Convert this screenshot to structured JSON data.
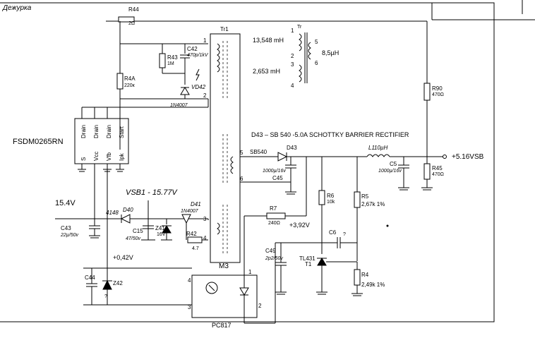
{
  "title": "Дежурка",
  "ic": {
    "name": "FSDM0265RN",
    "top_pins": [
      "Drain",
      "Drain",
      "Drain",
      "Start"
    ],
    "bottom_pins": [
      "S",
      "Vcc",
      "Vfb",
      "Ipk"
    ]
  },
  "transformer": {
    "ref": "Tr1",
    "pins": [
      "1",
      "2",
      "3",
      "4",
      "5",
      "6"
    ]
  },
  "legend": {
    "ref": "Tr",
    "primary": "13,548 mH",
    "secondary": "8,5µH",
    "aux": "2,653 mH",
    "pins": [
      "1",
      "2",
      "3",
      "4",
      "5",
      "6"
    ]
  },
  "note": "D43 – SB 540 -5.0A SCHOTTKY BARRIER RECTIFIER",
  "components": {
    "r44": {
      "ref": "R44",
      "value": "2Ω"
    },
    "r4a": {
      "ref": "R4A",
      "value": "220к"
    },
    "r43": {
      "ref": "R43",
      "value": "1M"
    },
    "c42": {
      "ref": "C42",
      "value": "470p/1kV"
    },
    "vd42": {
      "ref": "VD42",
      "value": "1N4007"
    },
    "d43": {
      "ref": "D43",
      "value": "SB540"
    },
    "c45": {
      "ref": "C45",
      "value": "1000µ/16v"
    },
    "l1": {
      "ref": "L1",
      "value": "10µH"
    },
    "c5": {
      "ref": "C5",
      "value": "1000µ/16v"
    },
    "r90": {
      "ref": "R90",
      "value": "470Ω"
    },
    "r45": {
      "ref": "R45",
      "value": "470Ω"
    },
    "r6": {
      "ref": "R6",
      "value": "10k"
    },
    "r5": {
      "ref": "R5",
      "value": "2,67k 1%"
    },
    "r7": {
      "ref": "R7",
      "value": "240Ω"
    },
    "c6": {
      "ref": "C6",
      "value": "?"
    },
    "c49": {
      "ref": "C49",
      "value": "2p2/50v"
    },
    "tl431": {
      "ref": "TL431",
      "sub": "T1"
    },
    "r4": {
      "ref": "R4",
      "value": "2,49k 1%"
    },
    "d40": {
      "ref": "D40",
      "value": "4148"
    },
    "c43": {
      "ref": "C43",
      "value": "22µ/50v"
    },
    "c15": {
      "ref": "C15",
      "value": "47/50v"
    },
    "z41": {
      "ref": "Z41",
      "value": "16V"
    },
    "d41": {
      "ref": "D41",
      "value": "1N4007"
    },
    "r42": {
      "ref": "R42",
      "value": "4.7"
    },
    "c44": {
      "ref": "C44"
    },
    "z42": {
      "ref": "Z42",
      "value": "?"
    },
    "m3": {
      "ref": "M3",
      "part": "PC817",
      "pins": [
        "4",
        "3",
        "1",
        "2"
      ]
    }
  },
  "nets": {
    "out": "+5.16VSB",
    "vsb1": "VSB1 - 15.77V",
    "v15": "15.4V",
    "v392": "+3,92V",
    "v042": "+0,42V"
  }
}
